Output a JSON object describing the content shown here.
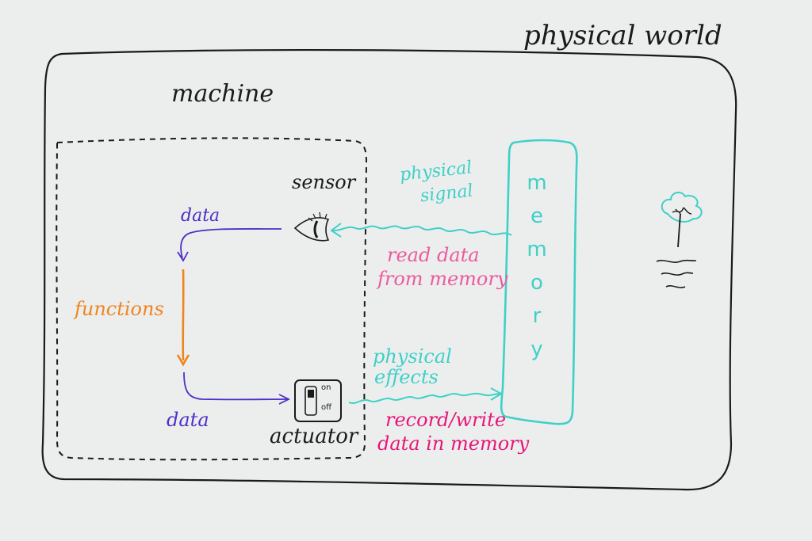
{
  "labels": {
    "physical_world": "physical world",
    "machine": "machine",
    "sensor": "sensor",
    "data_top": "data",
    "functions": "functions",
    "data_bottom": "data",
    "actuator": "actuator",
    "switch_on": "on",
    "switch_off": "off",
    "physical_signal_line1": "physical",
    "physical_signal_line2": "signal",
    "read_line1": "read data",
    "read_line2": "from memory",
    "effects_line1": "physical",
    "effects_line2": "effects",
    "record_line1": "record/write",
    "record_line2": "data in memory"
  },
  "memory_letters": [
    "m",
    "e",
    "m",
    "o",
    "r",
    "y"
  ],
  "colors": {
    "black": "#1a1a1a",
    "cyan": "#3fd0c8",
    "pink": "#ec5aa0",
    "magenta": "#e8157a",
    "blue": "#4f2fc8",
    "orange": "#f08420",
    "board": "#eceeed"
  },
  "icons": [
    "eye-icon",
    "switch-icon",
    "tree-icon",
    "water-icon"
  ]
}
